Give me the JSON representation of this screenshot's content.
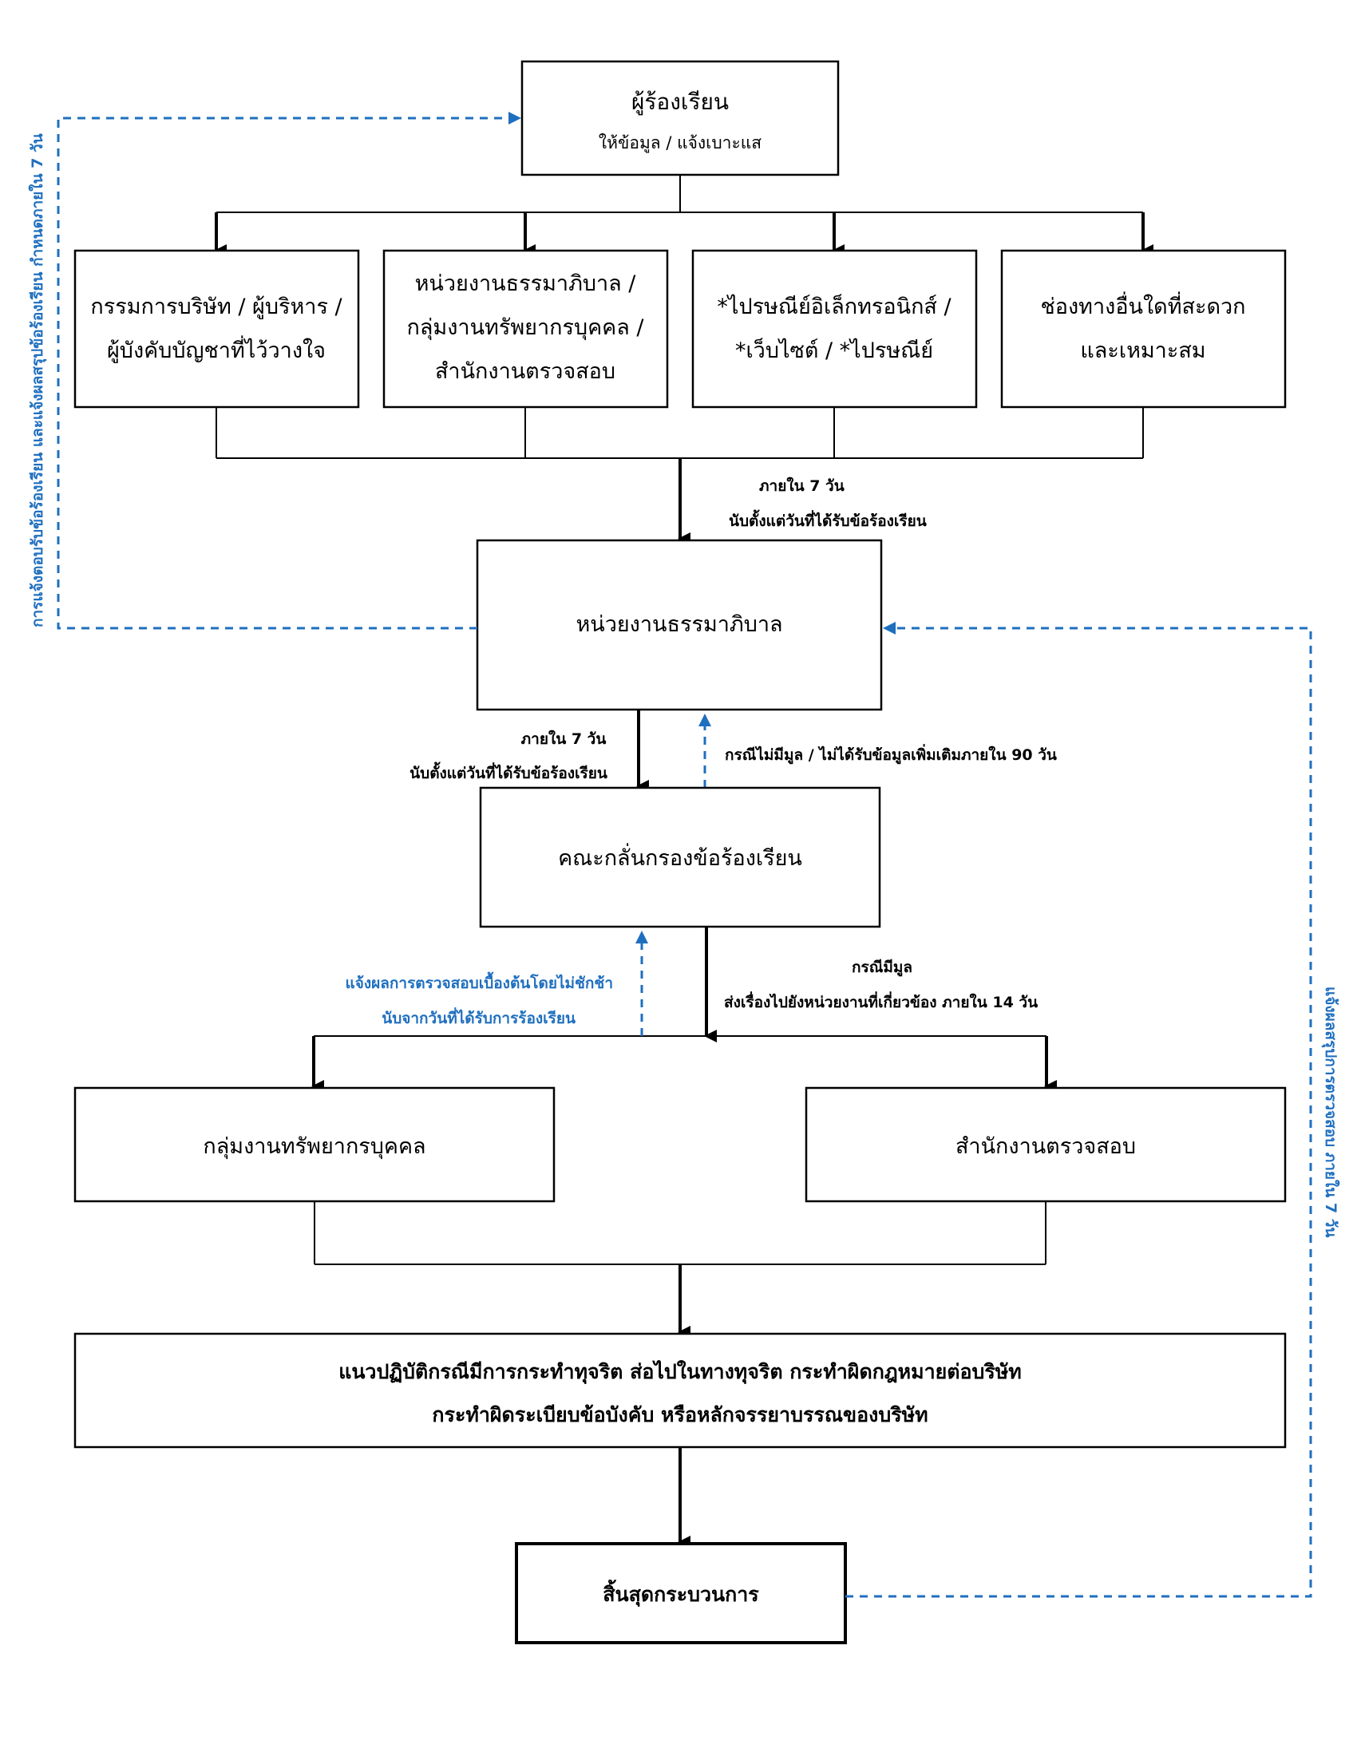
{
  "complainant": {
    "title": "ผู้ร้องเรียน",
    "subtitle": "ให้ข้อมูล / แจ้งเบาะแส"
  },
  "channels": [
    {
      "lines": [
        "กรรมการบริษัท / ผู้บริหาร /",
        "ผู้บังคับบัญชาที่ไว้วางใจ"
      ]
    },
    {
      "lines": [
        "หน่วยงานธรรมาภิบาล /",
        "กลุ่มงานทรัพยากรบุคคล /",
        "สำนักงานตรวจสอบ"
      ]
    },
    {
      "lines": [
        "*ไปรษณีย์อิเล็กทรอนิกส์ /",
        "*เว็บไซต์ / *ไปรษณีย์"
      ]
    },
    {
      "lines": [
        "ช่องทางอื่นใดที่สะดวก",
        "และเหมาะสม"
      ]
    }
  ],
  "labels": {
    "within7_a": "ภายใน 7 วัน",
    "within7_a2": "นับตั้งแต่วันที่ได้รับข้อร้องเรียน",
    "within7_b": "ภายใน 7 วัน",
    "within7_b2": "นับตั้งแต่วันที่ได้รับข้อร้องเรียน",
    "no_merit": "กรณีไม่มีมูล / ไม่ได้รับข้อมูลเพิ่มเติมภายใน 90 วัน",
    "has_merit_1": "กรณีมีมูล",
    "has_merit_2": "ส่งเรื่องไปยังหน่วยงานที่เกี่ยวข้อง ภายใน 14 วัน",
    "notify_1": "แจ้งผลการตรวจสอบเบื้องต้นโดยไม่ชักช้า",
    "notify_2": "นับจากวันที่ได้รับการร้องเรียน",
    "left_vertical": "การแจ้งตอบรับข้อร้องเรียน และแจ้งผลสรุปข้อร้องเรียน กำหนดภายใน 7 วัน",
    "right_vertical": "แจ้งผลสรุปการตรวจสอบ ภายใน 7 วัน"
  },
  "governance": {
    "label": "หน่วยงานธรรมาภิบาล"
  },
  "screening": {
    "label": "คณะกลั่นกรองข้อร้องเรียน"
  },
  "hr": {
    "label": "กลุ่มงานทรัพยากรบุคคล"
  },
  "audit": {
    "label": "สำนักงานตรวจสอบ"
  },
  "guideline": {
    "line1": "แนวปฏิบัติกรณีมีการกระทำทุจริต ส่อไปในทางทุจริต กระทำผิดกฎหมายต่อบริษัท",
    "line2": "กระทำผิดระเบียบข้อบังคับ หรือหลักจรรยาบรรณของบริษัท"
  },
  "end": {
    "label": "สิ้นสุดกระบวนการ"
  },
  "colors": {
    "accent": "#1f6fbf",
    "line": "#000000"
  }
}
